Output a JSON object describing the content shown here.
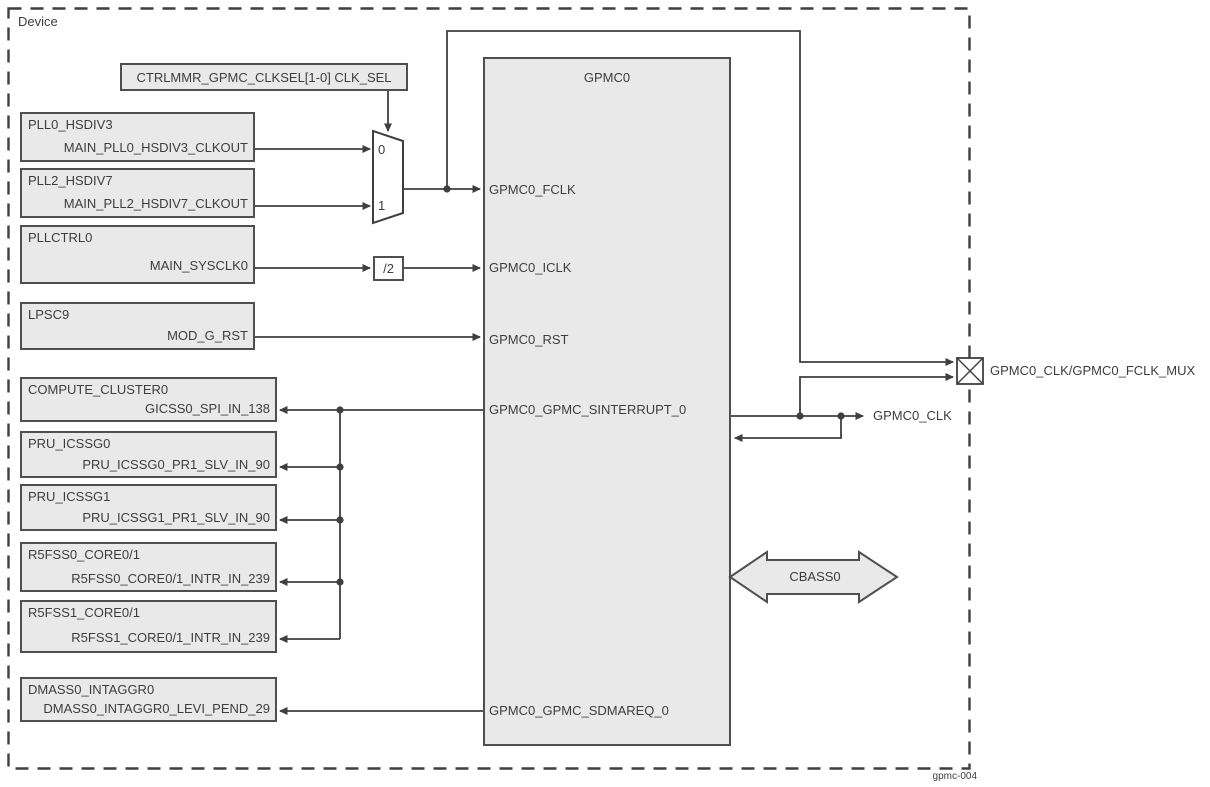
{
  "diagram": {
    "device_label": "Device",
    "figure_id": "gpmc-004",
    "clksel_label": "CTRLMMR_GPMC_CLKSEL[1-0] CLK_SEL",
    "divider_label": "/2",
    "mux": {
      "input0": "0",
      "input1": "1"
    },
    "main_block": {
      "title": "GPMC0",
      "ports": [
        {
          "id": "fclk",
          "label": "GPMC0_FCLK"
        },
        {
          "id": "iclk",
          "label": "GPMC0_ICLK"
        },
        {
          "id": "rst",
          "label": "GPMC0_RST"
        },
        {
          "id": "sinterrupt",
          "label": "GPMC0_GPMC_SINTERRUPT_0"
        },
        {
          "id": "sdmareq",
          "label": "GPMC0_GPMC_SDMAREQ_0"
        }
      ]
    },
    "source_blocks": [
      {
        "title": "PLL0_HSDIV3",
        "signal": "MAIN_PLL0_HSDIV3_CLKOUT"
      },
      {
        "title": "PLL2_HSDIV7",
        "signal": "MAIN_PLL2_HSDIV7_CLKOUT"
      },
      {
        "title": "PLLCTRL0",
        "signal": "MAIN_SYSCLK0"
      },
      {
        "title": "LPSC9",
        "signal": "MOD_G_RST"
      }
    ],
    "sink_blocks": [
      {
        "title": "COMPUTE_CLUSTER0",
        "signal": "GICSS0_SPI_IN_138"
      },
      {
        "title": "PRU_ICSSG0",
        "signal": "PRU_ICSSG0_PR1_SLV_IN_90"
      },
      {
        "title": "PRU_ICSSG1",
        "signal": "PRU_ICSSG1_PR1_SLV_IN_90"
      },
      {
        "title": "R5FSS0_CORE0/1",
        "signal": "R5FSS0_CORE0/1_INTR_IN_239"
      },
      {
        "title": "R5FSS1_CORE0/1",
        "signal": "R5FSS1_CORE0/1_INTR_IN_239"
      },
      {
        "title": "DMASS0_INTAGGR0",
        "signal": "DMASS0_INTAGGR0_LEVI_PEND_29"
      }
    ],
    "right_labels": {
      "pad_label": "GPMC0_CLK/GPMC0_FCLK_MUX",
      "clk_label": "GPMC0_CLK",
      "bus_label": "CBASS0"
    },
    "colors": {
      "box_fill": "#e9e9e9",
      "box_border": "#4f4f4f",
      "line": "#3f3f3f",
      "text": "#3d3d3d"
    }
  }
}
